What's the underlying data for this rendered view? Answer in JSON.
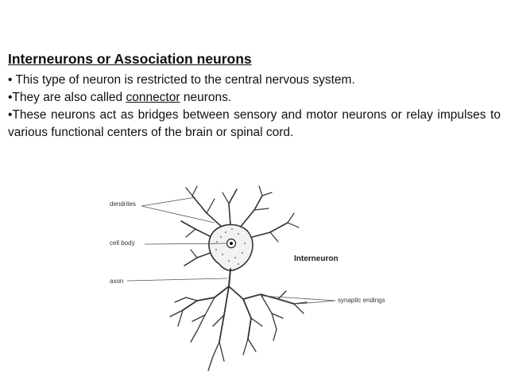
{
  "slide": {
    "title": "Interneurons or Association neurons",
    "bullets": [
      "• This type of neuron is restricted to the central nervous system.",
      "•These neurons act as bridges between sensory and motor neurons or relay impulses to various functional centers of the brain or spinal cord."
    ],
    "bullet2": {
      "prefix": "•They are also called ",
      "emphasis": "connector",
      "suffix": " neurons."
    }
  },
  "diagram": {
    "labels": {
      "dendrites": "dendrites",
      "cell_body": "cell body",
      "axon": "axon",
      "synaptic_endings": "synaptic endings",
      "neuron_type": "Interneuron"
    }
  }
}
